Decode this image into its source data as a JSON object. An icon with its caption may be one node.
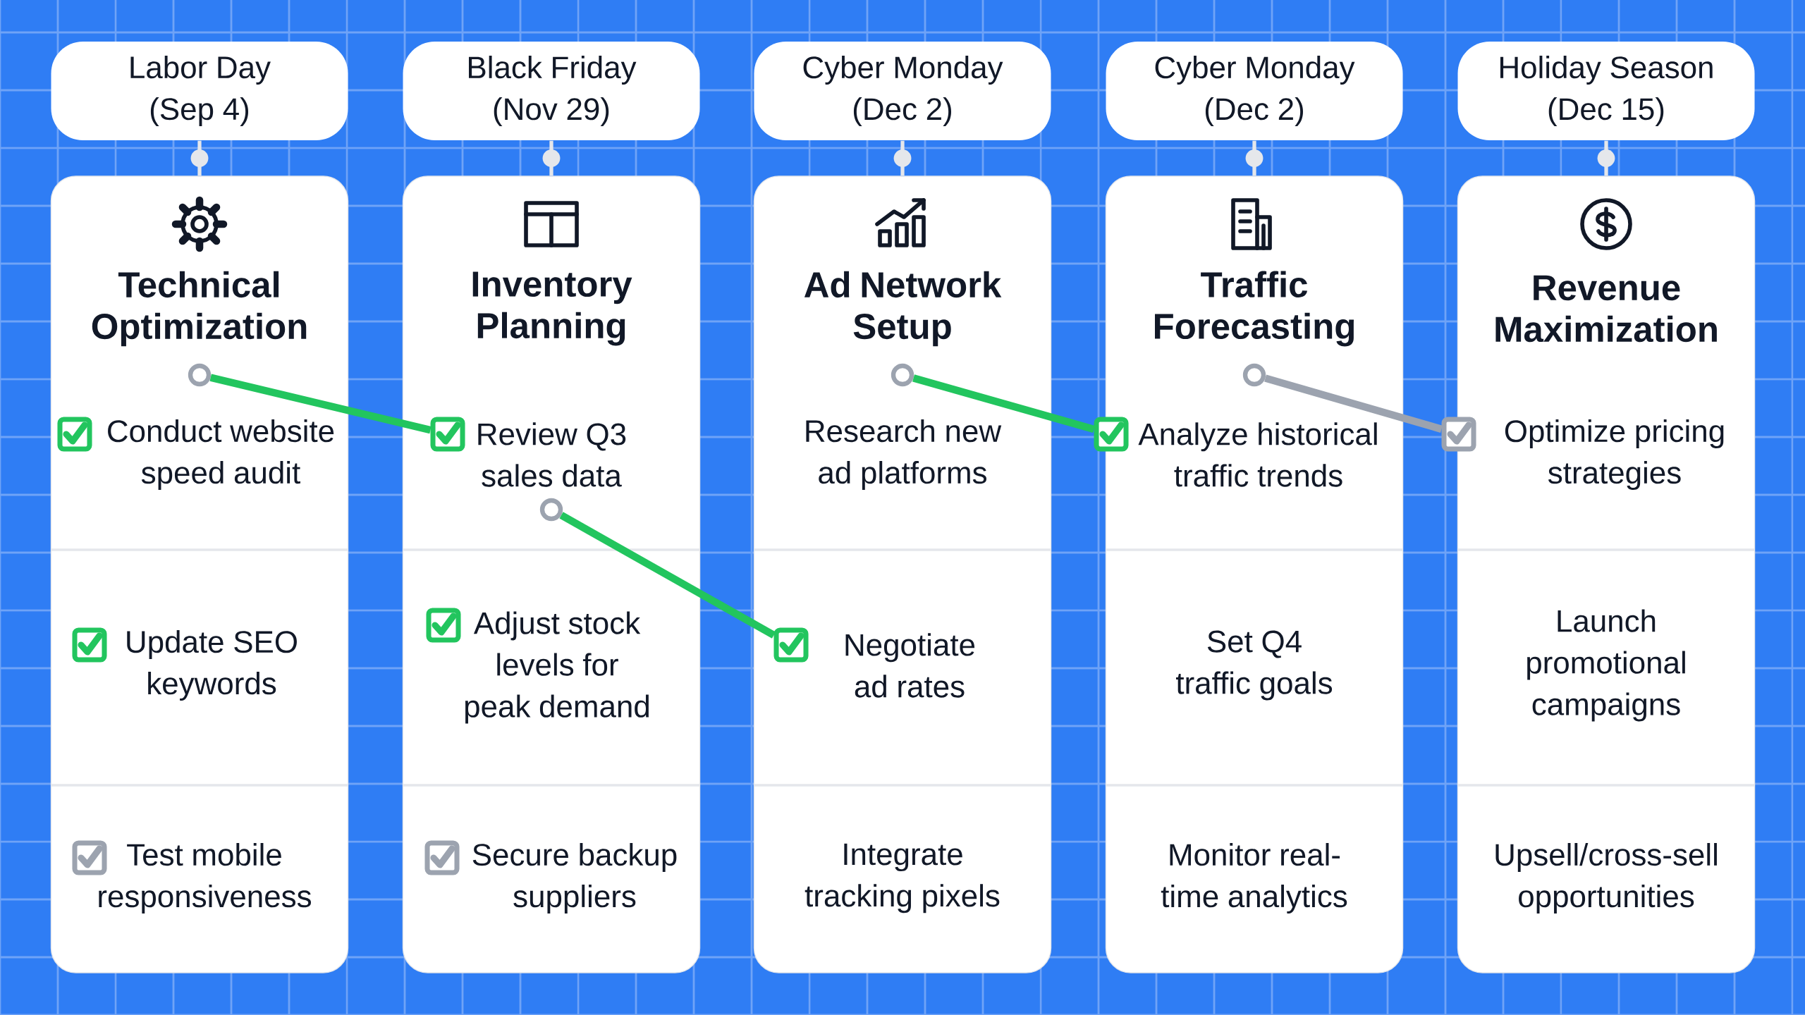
{
  "diagram": {
    "nodes": [
      {
        "text": [
          "Labor Day (Sep 4)"
        ]
      },
      {
        "text": [
          "Black Friday (Nov 29)"
        ]
      },
      {
        "text": [
          "Cyber Monday (Dec 2)"
        ]
      },
      {
        "text": [
          "Cyber Monday (Dec 2)"
        ]
      },
      {
        "text": [
          "Holiday Season (Dec 15)"
        ]
      },
      {
        "text": [
          "Technical Optimization"
        ]
      },
      {
        "text": [],
        "shape": "circle",
        "in": 5
      },
      {
        "text": [],
        "shape": "checkbox",
        "in": 5
      },
      {
        "text": [
          "Conduct website speed audit"
        ],
        "in": 5
      },
      {
        "text": [],
        "shape": "checkbox",
        "in": 5
      },
      {
        "text": [
          "Update SEO keywords"
        ],
        "in": 5
      },
      {
        "text": [],
        "shape": "checkbox",
        "in": 5
      },
      {
        "text": [
          "Test mobile responsiveness"
        ],
        "in": 5
      },
      {
        "text": [
          "Inventory Planning"
        ]
      },
      {
        "text": [],
        "shape": "checkbox",
        "in": 13
      },
      {
        "text": [
          "Review Q3 sales data"
        ],
        "in": 13
      },
      {
        "text": [],
        "shape": "circle",
        "in": 13
      },
      {
        "text": [],
        "shape": "checkbox",
        "in": 13
      },
      {
        "text": [
          "Adjust stock levels for peak demand"
        ],
        "in": 13
      },
      {
        "text": [],
        "shape": "checkbox",
        "in": 13
      },
      {
        "text": [
          "Secure backup suppliers"
        ],
        "in": 13
      },
      {
        "text": [
          "Ad Network Setup"
        ]
      },
      {
        "text": [],
        "shape": "circle",
        "in": 21
      },
      {
        "text": [
          "Research new ad platforms"
        ],
        "in": 21
      },
      {
        "text": [],
        "shape": "checkbox",
        "in": 21
      },
      {
        "text": [
          "Negotiate ad rates"
        ],
        "in": 21
      },
      {
        "text": [
          "Integrate tracking pixels"
        ],
        "in": 21
      },
      {
        "text": [
          "Traffic Forecasting"
        ]
      },
      {
        "text": [],
        "shape": "circle",
        "in": 27
      },
      {
        "text": [],
        "shape": "checkbox",
        "in": 27
      },
      {
        "text": [
          "Analyze historical traffic trends"
        ],
        "in": 27
      },
      {
        "text": [
          "Set Q4 traffic goals"
        ],
        "in": 27
      },
      {
        "text": [
          "Monitor real-time analytics"
        ],
        "in": 27
      },
      {
        "text": [
          "Revenue Maximization"
        ]
      },
      {
        "text": [],
        "shape": "checkbox",
        "in": 33
      },
      {
        "text": [
          "Optimize pricing strategies"
        ],
        "in": 33
      },
      {
        "text": [
          "Launch promotional campaigns"
        ],
        "in": 33
      },
      {
        "text": [
          "Upsell/cross-sell opportunities"
        ],
        "in": 33
      }
    ],
    "edges": [
      {
        "from": 0,
        "to": 5,
        "arrow": "none"
      },
      {
        "from": 1,
        "to": 13,
        "arrow": "none"
      },
      {
        "from": 2,
        "to": 21,
        "arrow": "none"
      },
      {
        "from": 3,
        "to": 27,
        "arrow": "none"
      },
      {
        "from": 4,
        "to": 33,
        "arrow": "none"
      },
      {
        "from": 6,
        "to": 14,
        "arrow": "none",
        "style": "thick",
        "color": "#22c55e"
      },
      {
        "from": 16,
        "to": 24,
        "arrow": "none",
        "style": "thick",
        "color": "#22c55e"
      },
      {
        "from": 22,
        "to": 29,
        "arrow": "none",
        "style": "thick",
        "color": "#22c55e"
      },
      {
        "from": 28,
        "to": 34,
        "arrow": "none",
        "style": "thick",
        "color": "#9ca3af"
      }
    ]
  }
}
